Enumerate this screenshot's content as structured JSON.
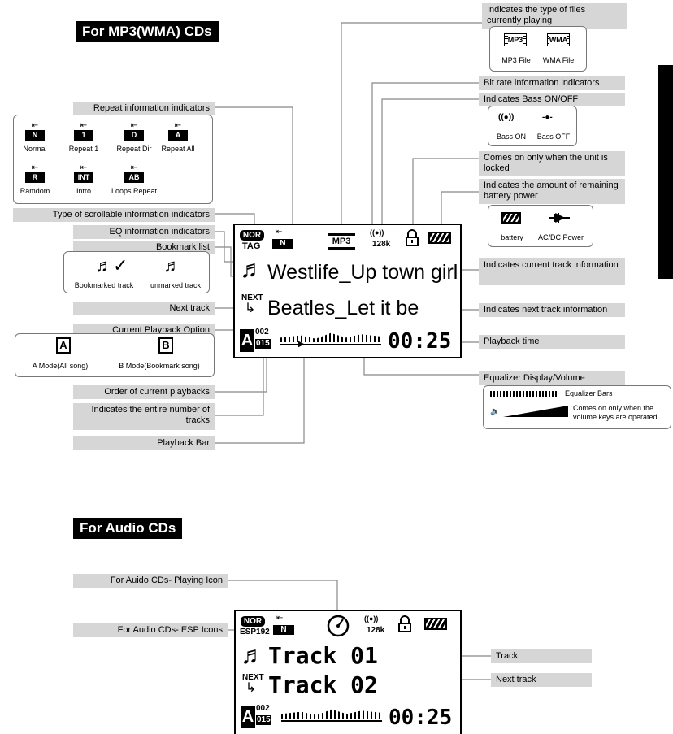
{
  "sections": {
    "mp3": "For MP3(WMA) CDs",
    "audio": "For Audio CDs"
  },
  "right_labels": {
    "file_type": "Indicates the type of files currently playing",
    "bitrate": "Bit rate information indicators",
    "bass": "Indicates Bass ON/OFF",
    "lock": "Comes on only when the unit is locked",
    "battery": "Indicates the amount of remaining battery power",
    "current_track": "Indicates current track information",
    "next_track": "Indicates next track information",
    "playback_time": "Playback time",
    "eq_display": "Equalizer Display/Volume"
  },
  "left_labels": {
    "repeat": "Repeat information indicators",
    "scroll": "Type of scrollable information indicators",
    "eq": "EQ information indicators",
    "bookmark": "Bookmark list",
    "next": "Next track",
    "playback_option": "Current Playback Option",
    "order": "Order of current playbacks",
    "entire": "Indicates the entire number of tracks",
    "bar": "Playback Bar"
  },
  "repeat_modes": [
    {
      "glyph": "N",
      "label": "Normal"
    },
    {
      "glyph": "1",
      "label": "Repeat 1"
    },
    {
      "glyph": "D",
      "label": "Repeat Dir"
    },
    {
      "glyph": "A",
      "label": "Repeat All"
    },
    {
      "glyph": "R",
      "label": "Ramdom"
    },
    {
      "glyph": "INT",
      "label": "Intro"
    },
    {
      "glyph": "AB",
      "label": "Loops Repeat"
    }
  ],
  "file_types": {
    "mp3_icon": "MP3",
    "wma_icon": "WMA",
    "mp3": "MP3 File",
    "wma": "WMA File"
  },
  "bass_states": {
    "on_icon": "((●))",
    "off_icon": "-●-",
    "on": "Bass ON",
    "off": "Bass OFF"
  },
  "power": {
    "battery": "battery",
    "ac": "AC/DC Power"
  },
  "bookmarks": {
    "marked": "Bookmarked track",
    "unmarked": "unmarked track"
  },
  "play_options": {
    "a_glyph": "A",
    "b_glyph": "B",
    "a": "A Mode(All song)",
    "b": "B Mode(Bookmark song)"
  },
  "eq_legend": {
    "bars": "Equalizer Bars",
    "volume": "Comes on only when the volume keys are operated"
  },
  "lcd_mp3": {
    "nor": "NOR",
    "tag": "TAG",
    "mode": "N",
    "file": "MP3",
    "bass": "((●))",
    "bitrate": "128k",
    "current": "Westlife_Up town girl",
    "next_word": "NEXT",
    "next": "Beatles_Let it be",
    "opt": "A",
    "order": "002",
    "total": "015",
    "time": "00:25"
  },
  "audio": {
    "play_icon": "For Auido CDs- Playing Icon",
    "esp_icon": "For Audio CDs- ESP Icons",
    "track": "Track",
    "next": "Next track"
  },
  "lcd_audio": {
    "nor": "NOR",
    "esp": "ESP192",
    "mode": "N",
    "bass": "((●))",
    "bitrate": "128k",
    "current": "Track 01",
    "next_word": "NEXT",
    "next": "Track 02",
    "opt": "A",
    "order": "002",
    "total": "015",
    "time": "00:25"
  }
}
